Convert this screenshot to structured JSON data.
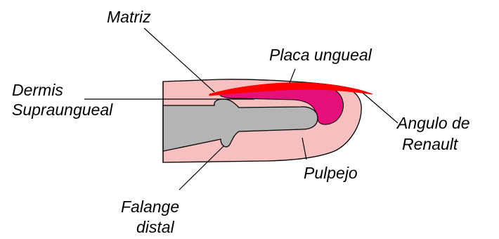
{
  "colors": {
    "skin": "#f6c0c0",
    "nail_bed": "#e6107a",
    "nail_plate": "#ff0000",
    "bone": "#b4b4b4",
    "outline": "#000000"
  },
  "labels": {
    "matriz": "Matriz",
    "placa": "Placa ungueal",
    "dermis_line1": "Dermis",
    "dermis_line2": "Supraungueal",
    "angulo_line1": "Angulo de",
    "angulo_line2": "Renault",
    "pulpejo": "Pulpejo",
    "falange_line1": "Falange",
    "falange_line2": "distal"
  }
}
